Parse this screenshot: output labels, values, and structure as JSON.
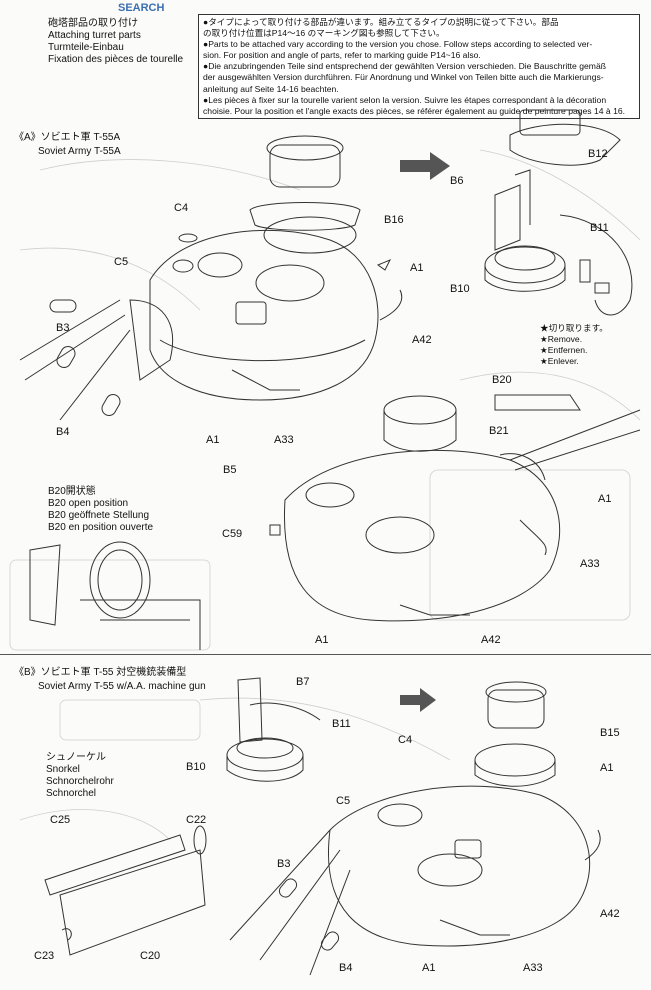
{
  "watermark": {
    "text": "SEARCH"
  },
  "header": {
    "line_ja": "砲塔部品の取り付け",
    "line_en": "Attaching turret parts",
    "line_de": "Turmteile-Einbau",
    "line_fr": "Fixation des pièces de tourelle"
  },
  "notice": {
    "lines": [
      "●タイプによって取り付ける部品が違います。組み立てるタイプの説明に従って下さい。部品",
      "の取り付け位置はP14～16 のマーキング図も参照して下さい。",
      "●Parts to be attached vary according to the version you chose. Follow steps according to selected ver-",
      "sion. For position and angle of parts, refer to marking guide P14~16 also.",
      "●Die anzubringenden Teile sind entsprechend der gewählten Version verschieden. Die Bauschritte gemäß",
      "der ausgewählten Version durchführen. Für Anordnung und Winkel von Teilen bitte auch die Markierungs-",
      "anleitung auf Seite 14-16 beachten.",
      "●Les pièces à fixer sur la tourelle varient selon la version. Suivre les étapes correspondant à la décoration",
      "choisie. Pour la position et l'angle exacts des pièces, se référer également au guide de peinture pages 14 à 16."
    ]
  },
  "section_a": {
    "title_ja": "《A》ソビエト軍 T-55A",
    "title_en": "Soviet Army T-55A"
  },
  "section_b": {
    "title_ja": "《B》ソビエト軍 T-55 対空機銃装備型",
    "title_en": "Soviet Army T-55 w/A.A. machine gun"
  },
  "remove_note": {
    "ja": "★切り取ります。",
    "en": "★Remove.",
    "de": "★Entfernen.",
    "fr": "★Enlever."
  },
  "b20_note": {
    "ja": "B20開状態",
    "en": "B20 open position",
    "de": "B20 geöffnete Stellung",
    "fr": "B20 en position ouverte"
  },
  "snorkel_note": {
    "ja": "シュノーケル",
    "en": "Snorkel",
    "de": "Schnorchelrohr",
    "fr": "Schnorchel"
  },
  "part_labels": {
    "a_b12": "B12",
    "a_b6": "B6",
    "a_b11": "B11",
    "a_b10": "B10",
    "a_b16": "B16",
    "a_c4": "C4",
    "a_c5": "C5",
    "a_a1_top": "A1",
    "a_a42_top": "A42",
    "a_b3": "B3",
    "a_b4": "B4",
    "a_a1_left": "A1",
    "a_a33_left": "A33",
    "a_b20": "B20",
    "a_b21": "B21",
    "a_b5": "B5",
    "a_a1_right": "A1",
    "a_c59": "C59",
    "a_a33_right": "A33",
    "a_a1_bottom": "A1",
    "a_a42_bottom": "A42",
    "b_b7": "B7",
    "b_b11": "B11",
    "b_b10": "B10",
    "b_b15": "B15",
    "b_c4": "C4",
    "b_a1_right": "A1",
    "b_c5": "C5",
    "b_c25": "C25",
    "b_c22": "C22",
    "b_b3": "B3",
    "b_a42": "A42",
    "b_c23": "C23",
    "b_c20": "C20",
    "b_b4": "B4",
    "b_a1_bottom": "A1",
    "b_a33": "A33"
  }
}
